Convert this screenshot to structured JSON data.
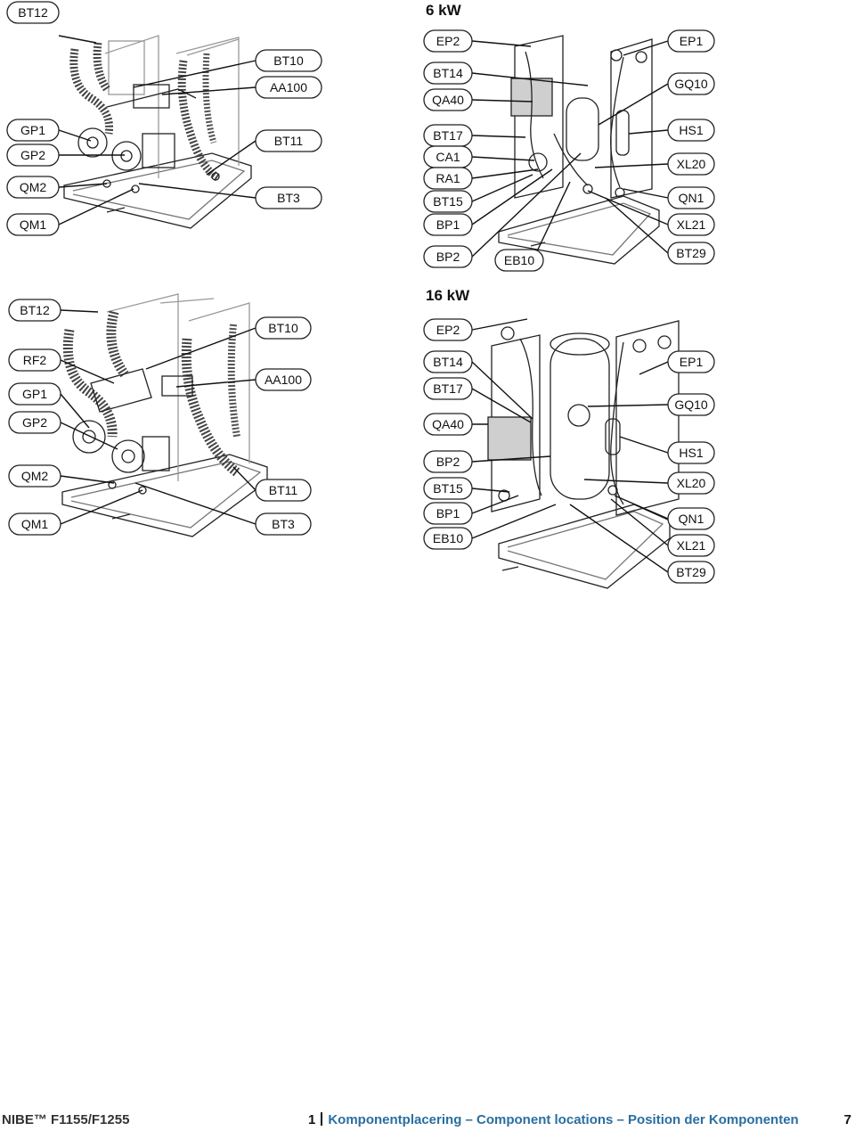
{
  "headings": {
    "kw6": "6 kW",
    "kw16": "16 kW"
  },
  "footer": {
    "brand": "NIBE™ F1155/F1255",
    "chapter_number": "1",
    "chapter_title": "Komponentplacering – Component locations – Position der Komponenten",
    "page_number": "7"
  },
  "labels": {
    "top_left": [
      "BT12",
      "GP1",
      "GP2",
      "QM2",
      "QM1",
      "BT10",
      "AA100",
      "BT11",
      "BT3"
    ],
    "top_right": [
      "EP2",
      "BT14",
      "QA40",
      "BT17",
      "CA1",
      "RA1",
      "BT15",
      "BP1",
      "BP2",
      "EB10",
      "EP1",
      "GQ10",
      "HS1",
      "XL20",
      "QN1",
      "XL21",
      "BT29"
    ],
    "bottom_left": [
      "BT12",
      "RF2",
      "GP1",
      "GP2",
      "QM2",
      "QM1",
      "BT10",
      "AA100",
      "BT11",
      "BT3"
    ],
    "bottom_right": [
      "EP2",
      "BT14",
      "BT17",
      "QA40",
      "BP2",
      "BT15",
      "BP1",
      "EB10",
      "EP1",
      "GQ10",
      "HS1",
      "XL20",
      "QN1",
      "XL21",
      "BT29"
    ]
  }
}
